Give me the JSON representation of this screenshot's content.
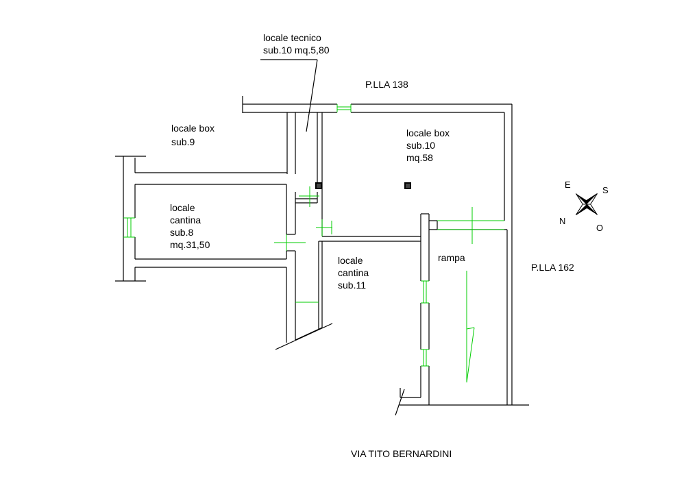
{
  "labels": {
    "locale_tecnico": {
      "line1": "locale tecnico",
      "line2": "sub.10  mq.5,80"
    },
    "plla_138": "P.LLA 138",
    "plla_162": "P.LLA 162",
    "locale_box_sub9": {
      "line1": "locale box",
      "line2": "sub.9"
    },
    "locale_box_sub10": {
      "line1": "locale box",
      "line2": "sub.10",
      "line3": "mq.58"
    },
    "locale_cantina_sub8": {
      "line1": "locale",
      "line2": "cantina",
      "line3": "sub.8",
      "line4": "mq.31,50"
    },
    "locale_cantina_sub11": {
      "line1": "locale",
      "line2": "cantina",
      "line3": "sub.11"
    },
    "rampa": "rampa",
    "street": "VIA TITO BERNARDINI"
  },
  "compass": {
    "east": "E",
    "south": "S",
    "north": "N",
    "west": "O"
  },
  "colors": {
    "wall": "#000000",
    "opening": "#00cc00",
    "background": "#ffffff"
  }
}
